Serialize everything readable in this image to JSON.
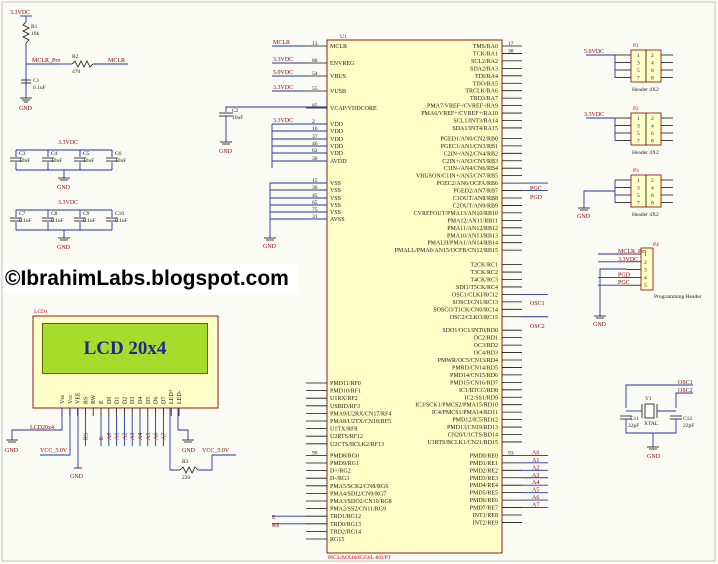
{
  "watermark": "©IbrahimLabs.blogspot.com",
  "power": {
    "v33": "3.3VDC",
    "v5": "5.0VDC",
    "gnd": "GND",
    "vcc5": "VCC_5.0V"
  },
  "nets": {
    "mclr": "MCLR",
    "mclr_pro": "MCLR_Pro",
    "osc1": "OSC1",
    "osc2": "OSC2",
    "pgc": "PGC",
    "pgd": "PGD"
  },
  "reset": {
    "r1": "R1",
    "r1_val": "10k",
    "r2": "R2",
    "r2_val": "470",
    "c1": "C1",
    "c1_val": "0.1uF"
  },
  "mcu": {
    "ref": "U1",
    "part": "PIC32MX460F256L-80I/PT",
    "left_pins": [
      {
        "num": "13",
        "name": "MCLR",
        "net": "MCLR"
      },
      {
        "num": "86",
        "name": "ENVREG",
        "net": "3.3VDC"
      },
      {
        "num": "54",
        "name": "VBUS",
        "net": "5.0VDC"
      },
      {
        "num": "55",
        "name": "VUSB",
        "net": "3.3VDC"
      },
      {
        "num": "85",
        "name": "VCAP/VDDCORE",
        "net": ""
      },
      {
        "num": "2",
        "name": "VDD",
        "net": "3.3VDC"
      },
      {
        "num": "16",
        "name": "VDD",
        "net": ""
      },
      {
        "num": "37",
        "name": "VDD",
        "net": ""
      },
      {
        "num": "46",
        "name": "VDD",
        "net": ""
      },
      {
        "num": "62",
        "name": "VDD",
        "net": ""
      },
      {
        "num": "30",
        "name": "AVDD",
        "net": ""
      },
      {
        "num": "15",
        "name": "VSS",
        "net": ""
      },
      {
        "num": "36",
        "name": "VSS",
        "net": ""
      },
      {
        "num": "45",
        "name": "VSS",
        "net": ""
      },
      {
        "num": "65",
        "name": "VSS",
        "net": ""
      },
      {
        "num": "75",
        "name": "VSS",
        "net": ""
      },
      {
        "num": "31",
        "name": "AVSS",
        "net": ""
      }
    ],
    "left_pins_lower": [
      {
        "num": "",
        "name": "PMD11/RF0",
        "net": ""
      },
      {
        "num": "",
        "name": "PMD10/RF1",
        "net": ""
      },
      {
        "num": "",
        "name": "U1RX/RF2",
        "net": ""
      },
      {
        "num": "",
        "name": "USBID/RF3",
        "net": ""
      },
      {
        "num": "",
        "name": "PMA9/U2RX/CN17/RF4",
        "net": ""
      },
      {
        "num": "",
        "name": "PMA8/U2TX/CN18/RF5",
        "net": ""
      },
      {
        "num": "",
        "name": "U1TX/RF8",
        "net": ""
      },
      {
        "num": "",
        "name": "U2RTS/RF12",
        "net": ""
      },
      {
        "num": "",
        "name": "U2CTS/BCLK2/RF13",
        "net": ""
      },
      {
        "num": "90",
        "name": "PMD8/RG0",
        "net": ""
      },
      {
        "num": "",
        "name": "PMD9/RG1",
        "net": ""
      },
      {
        "num": "",
        "name": "D+/RG2",
        "net": ""
      },
      {
        "num": "",
        "name": "D-/RG3",
        "net": ""
      },
      {
        "num": "",
        "name": "PMA5/SCK2/CN8/RG6",
        "net": ""
      },
      {
        "num": "",
        "name": "PMA4/SDI2/CN9/RG7",
        "net": ""
      },
      {
        "num": "",
        "name": "PMA3/SDO2/CN10/RG8",
        "net": ""
      },
      {
        "num": "",
        "name": "PMA2/SS2/CN11/RG9",
        "net": ""
      },
      {
        "num": "",
        "name": "TRD1/RG12",
        "net": "E"
      },
      {
        "num": "",
        "name": "TRD0/RG13",
        "net": "RS"
      },
      {
        "num": "",
        "name": "TRD2/RG14",
        "net": ""
      },
      {
        "num": "",
        "name": "RG15",
        "net": ""
      }
    ],
    "right_pins": [
      {
        "num": "17",
        "name": "TMS/RA0",
        "net": ""
      },
      {
        "num": "38",
        "name": "TCK/RA1",
        "net": ""
      },
      {
        "num": "",
        "name": "SCL2/RA2",
        "net": ""
      },
      {
        "num": "",
        "name": "SDA2/RA3",
        "net": ""
      },
      {
        "num": "",
        "name": "TDI/RA4",
        "net": ""
      },
      {
        "num": "",
        "name": "TDO/RA5",
        "net": ""
      },
      {
        "num": "",
        "name": "TRCLK/RA6",
        "net": ""
      },
      {
        "num": "",
        "name": "TRD3/RA7",
        "net": ""
      },
      {
        "num": "",
        "name": "PMA7/VREF-/CVREF-/RA9",
        "net": ""
      },
      {
        "num": "",
        "name": "PMA6/VREF+/CVREF+/RA10",
        "net": ""
      },
      {
        "num": "",
        "name": "SCL1/INT3/RA14",
        "net": ""
      },
      {
        "num": "",
        "name": "SDA1/INT4/RA15",
        "net": ""
      },
      {
        "num": "",
        "name": "PGED1/AN0/CN2/RB0",
        "net": ""
      },
      {
        "num": "",
        "name": "PGEC1/AN1/CN3/RB1",
        "net": ""
      },
      {
        "num": "",
        "name": "C2IN-/AN2/CN4/RB2",
        "net": ""
      },
      {
        "num": "",
        "name": "C2IN+/AN3/CN5/RB3",
        "net": ""
      },
      {
        "num": "",
        "name": "C1IN-/AN4/CN6/RB4",
        "net": ""
      },
      {
        "num": "",
        "name": "VBUSON/C1IN+/AN5/CN7/RB5",
        "net": ""
      },
      {
        "num": "",
        "name": "PGEC2/AN6/OCFA/RB6",
        "net": "PGC"
      },
      {
        "num": "",
        "name": "PGED2/AN7/RB7",
        "net": "PGD"
      },
      {
        "num": "",
        "name": "C1OUT/AN8/RB8",
        "net": ""
      },
      {
        "num": "",
        "name": "C2OUT/AN9/RB9",
        "net": ""
      },
      {
        "num": "",
        "name": "CVREFOUT/PMA13/AN10/RB10",
        "net": ""
      },
      {
        "num": "",
        "name": "PMA12/AN11/RB11",
        "net": ""
      },
      {
        "num": "",
        "name": "PMA11/AN12/RB12",
        "net": ""
      },
      {
        "num": "",
        "name": "PMA10/AN13/RB13",
        "net": ""
      },
      {
        "num": "",
        "name": "PMALH/PMA1/AN14/RB14",
        "net": ""
      },
      {
        "num": "",
        "name": "PMALL/PMA0/AN15/OCFB/CN12/RB15",
        "net": ""
      },
      {
        "num": "",
        "name": "T2CK/RC1",
        "net": ""
      },
      {
        "num": "",
        "name": "T3CK/RC2",
        "net": ""
      },
      {
        "num": "",
        "name": "T4CK/RC3",
        "net": ""
      },
      {
        "num": "",
        "name": "SDI1/T5CK/RC4",
        "net": ""
      },
      {
        "num": "",
        "name": "OSC1/CLKI/RC12",
        "net": "OSC1"
      },
      {
        "num": "",
        "name": "SOSCI/CN1/RC13",
        "net": ""
      },
      {
        "num": "",
        "name": "SOSCO/T1CK/CN0/RC14",
        "net": ""
      },
      {
        "num": "",
        "name": "OSC2/CLKO/RC15",
        "net": "OSC2"
      },
      {
        "num": "",
        "name": "SDO1/OC1/INT0/RD0",
        "net": ""
      },
      {
        "num": "",
        "name": "OC2/RD1",
        "net": ""
      },
      {
        "num": "",
        "name": "OC3/RD2",
        "net": ""
      },
      {
        "num": "",
        "name": "OC4/RD3",
        "net": ""
      },
      {
        "num": "",
        "name": "PMWR/OC5/CN13/RD4",
        "net": ""
      },
      {
        "num": "",
        "name": "PMRD/CN14/RD5",
        "net": ""
      },
      {
        "num": "",
        "name": "PMD14/CN15/RD6",
        "net": ""
      },
      {
        "num": "",
        "name": "PMD15/CN16/RD7",
        "net": ""
      },
      {
        "num": "",
        "name": "IC1/RTCC/RD8",
        "net": ""
      },
      {
        "num": "",
        "name": "IC2/SS1/RD9",
        "net": ""
      },
      {
        "num": "",
        "name": "IC3/SCK1/PMCS2/PMA15/RD10",
        "net": ""
      },
      {
        "num": "",
        "name": "IC4/PMCS1/PMA14/RD11",
        "net": ""
      },
      {
        "num": "",
        "name": "PMD12/IC5/RD12",
        "net": ""
      },
      {
        "num": "",
        "name": "PMD13/CN19/RD13",
        "net": ""
      },
      {
        "num": "",
        "name": "CN20/U1CTS/RD14",
        "net": ""
      },
      {
        "num": "",
        "name": "U1RTS/BCLK1/CN21/RD15",
        "net": ""
      },
      {
        "num": "93",
        "name": "PMD0/RE0",
        "net": "A0"
      },
      {
        "num": "",
        "name": "PMD1/RE1",
        "net": "A1"
      },
      {
        "num": "",
        "name": "PMD2/RE2",
        "net": "A2"
      },
      {
        "num": "",
        "name": "PMD3/RE3",
        "net": "A3"
      },
      {
        "num": "",
        "name": "PMD4/RE4",
        "net": "A4"
      },
      {
        "num": "",
        "name": "PMD5/RE5",
        "net": "A5"
      },
      {
        "num": "",
        "name": "PMD6/RE6",
        "net": "A6"
      },
      {
        "num": "",
        "name": "PMD7/RE7",
        "net": "A7"
      },
      {
        "num": "",
        "name": "INT1/RE8",
        "net": ""
      },
      {
        "num": "",
        "name": "INT2/RE9",
        "net": ""
      }
    ]
  },
  "caps_row1": {
    "label": "3.3VDC",
    "items": [
      {
        "ref": "C3",
        "val": "10uF"
      },
      {
        "ref": "C4",
        "val": "10uF"
      },
      {
        "ref": "C5",
        "val": "10uF"
      },
      {
        "ref": "C6",
        "val": "10uF"
      }
    ]
  },
  "caps_row2": {
    "label": "3.3VDC",
    "items": [
      {
        "ref": "C7",
        "val": "0.1uF"
      },
      {
        "ref": "C8",
        "val": "0.1uF"
      },
      {
        "ref": "C9",
        "val": "0.1uF"
      },
      {
        "ref": "C10",
        "val": "0.1uF"
      }
    ]
  },
  "vcap": {
    "ref": "C2",
    "val": "10uF"
  },
  "headers": [
    {
      "ref": "P1",
      "net": "5.0VDC",
      "label": "Header 4X2",
      "pins": [
        "1",
        "2",
        "3",
        "4",
        "5",
        "6",
        "7",
        "8"
      ]
    },
    {
      "ref": "P2",
      "net": "3.3VDC",
      "label": "Header 4X2",
      "pins": [
        "1",
        "2",
        "3",
        "4",
        "5",
        "6",
        "7",
        "8"
      ]
    },
    {
      "ref": "P3",
      "net": "",
      "label": "Header 4X2",
      "pins": [
        "1",
        "2",
        "3",
        "4",
        "5",
        "6",
        "7",
        "8"
      ]
    }
  ],
  "prog_header": {
    "ref": "P4",
    "label": "Programming Header",
    "nets": [
      "MCLR_Pro",
      "3.3VDC",
      "",
      "PGD",
      "PGC"
    ],
    "pins": [
      "1",
      "2",
      "3",
      "4",
      "5"
    ]
  },
  "crystal": {
    "ref": "Y1",
    "label": "XTAL",
    "c11": "C11",
    "c11_val": "22pF",
    "c12": "C12",
    "c12_val": "22pF"
  },
  "lcd": {
    "ref": "LCD1",
    "text": "LCD 20x4",
    "part": "LCD20x4",
    "pins": [
      "Vss",
      "Vcc",
      "VEE",
      "RS",
      "RW",
      "E",
      "D0",
      "D1",
      "D2",
      "D3",
      "D4",
      "D5",
      "D6",
      "D7",
      "LED+",
      "LED-"
    ],
    "bus_nets": [
      "RS",
      "E",
      "A0",
      "A1",
      "A2",
      "A3",
      "A4",
      "A5",
      "A6",
      "A7"
    ],
    "r3": "R3",
    "r3_val": "220"
  }
}
